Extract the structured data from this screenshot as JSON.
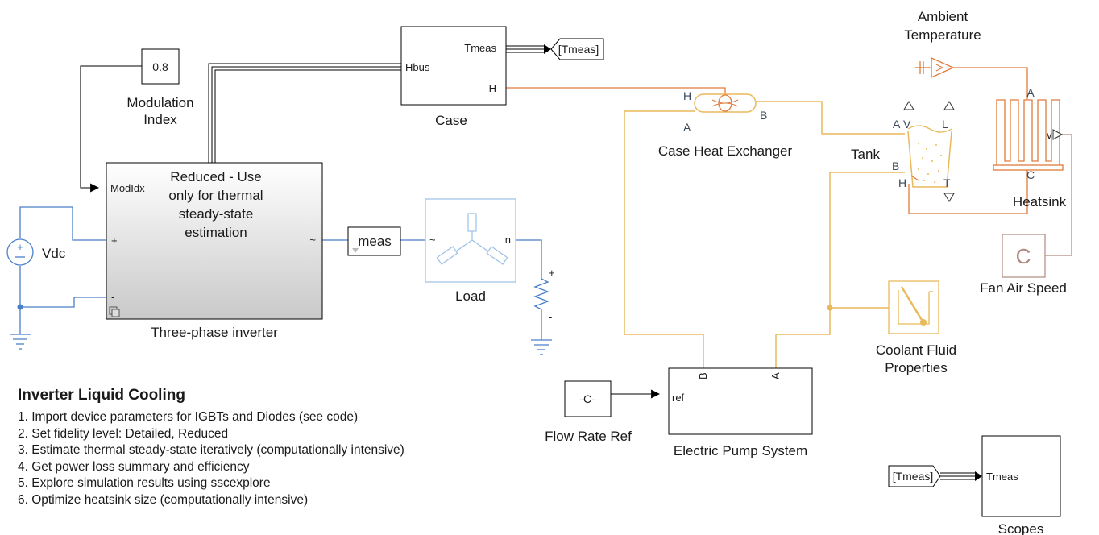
{
  "blocks": {
    "modulation": {
      "value": "0.8",
      "label_line1": "Modulation",
      "label_line2": "Index"
    },
    "case": {
      "label": "Case",
      "port_tmeas": "Tmeas",
      "port_hbus": "Hbus",
      "port_h": "H"
    },
    "goto_tmeas": {
      "text": "[Tmeas]"
    },
    "inverter": {
      "label": "Three-phase inverter",
      "text_lines": [
        "Reduced - Use",
        "only for thermal",
        "steady-state",
        "estimation"
      ],
      "port_modidx": "ModIdx",
      "port_plus": "+",
      "port_minus": "-",
      "port_tilde": "~"
    },
    "vdc": {
      "label": "Vdc",
      "plus": "+"
    },
    "meas": {
      "text": "meas",
      "port_tilde": "~"
    },
    "load": {
      "label": "Load",
      "port_n": "n"
    },
    "resistor": {
      "plus": "+",
      "minus": "-"
    },
    "case_hx": {
      "label": "Case Heat Exchanger",
      "port_h": "H",
      "port_a": "A",
      "port_b": "B"
    },
    "tank": {
      "label": "Tank",
      "port_a": "A",
      "port_v": "V",
      "port_l": "L",
      "port_b": "B",
      "port_h": "H",
      "port_t": "T"
    },
    "ambient": {
      "label_line1": "Ambient",
      "label_line2": "Temperature"
    },
    "heatsink": {
      "label": "Heatsink",
      "port_a": "A",
      "port_c": "C",
      "port_v": "v"
    },
    "fan": {
      "label": "Fan Air Speed",
      "symbol": "C"
    },
    "coolant": {
      "label_line1": "Coolant Fluid",
      "label_line2": "Properties"
    },
    "pump": {
      "label": "Electric Pump System",
      "port_ref": "ref",
      "port_b": "B",
      "port_a": "A"
    },
    "flow_ref": {
      "label": "Flow Rate Ref",
      "text": "-C-"
    },
    "from_tmeas": {
      "text": "[Tmeas]"
    },
    "scopes": {
      "label": "Scopes",
      "port_tmeas": "Tmeas"
    }
  },
  "notes": {
    "title": "Inverter Liquid Cooling",
    "items": [
      "1. Import device parameters for IGBTs and Diodes (see code)",
      "2. Set fidelity level: Detailed, Reduced",
      "3. Estimate thermal steady-state iteratively (computationally intensive)",
      "4. Get power loss summary and efficiency",
      "5. Explore simulation results using sscexplore",
      "6. Optimize heatsink size (computationally intensive)"
    ]
  },
  "colors": {
    "electrical": "#4a7fc9",
    "thermal": "#e07b3c",
    "liquid": "#e9b95a",
    "signal": "#000000",
    "signal_brown": "#b08a80"
  }
}
